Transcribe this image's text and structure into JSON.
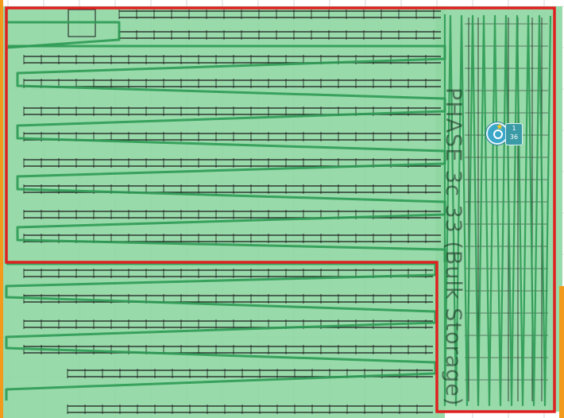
{
  "map": {
    "zone_label": "PHASE 3c 33 (Bulk Storage)",
    "marker": {
      "top_count": "1",
      "bottom_count": "36"
    },
    "colors": {
      "floor": "#ffffff",
      "zone_fill": "#8fd7a3",
      "path_stroke": "#2e9a54",
      "rack_stroke": "#1a1a1a",
      "boundary": "#e02020",
      "edge_accent": "#f29a1c",
      "marker": "#3aa7c9",
      "badge": "#3a9aa6"
    }
  }
}
